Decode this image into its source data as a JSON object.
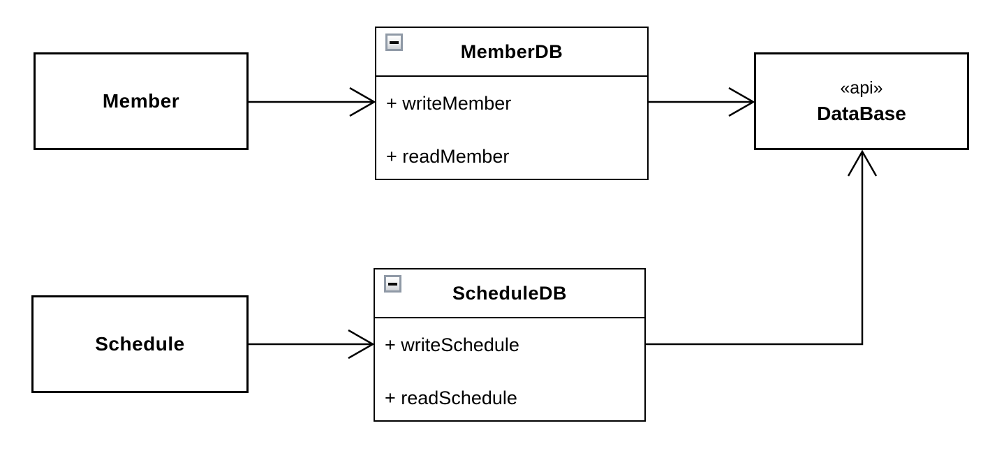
{
  "diagram": {
    "background_color": "#ffffff",
    "stroke_color": "#000000",
    "collapse_icon_border_color": "#8f99a6",
    "nodes": {
      "member": {
        "label": "Member"
      },
      "schedule": {
        "label": "Schedule"
      },
      "member_db": {
        "title": "MemberDB",
        "methods": [
          "+ writeMember",
          "+ readMember"
        ],
        "collapse_icon": "minus-icon"
      },
      "schedule_db": {
        "title": "ScheduleDB",
        "methods": [
          "+ writeSchedule",
          "+ readSchedule"
        ],
        "collapse_icon": "minus-icon"
      },
      "database": {
        "stereotype": "«api»",
        "label": "DataBase"
      }
    },
    "edges": [
      {
        "from": "Member",
        "to": "MemberDB",
        "style": "open-arrow",
        "route": "straight"
      },
      {
        "from": "MemberDB",
        "to": "DataBase",
        "style": "open-arrow",
        "route": "straight"
      },
      {
        "from": "Schedule",
        "to": "ScheduleDB",
        "style": "open-arrow",
        "route": "straight"
      },
      {
        "from": "ScheduleDB",
        "to": "DataBase",
        "style": "open-arrow",
        "route": "elbow-right-up"
      }
    ]
  }
}
